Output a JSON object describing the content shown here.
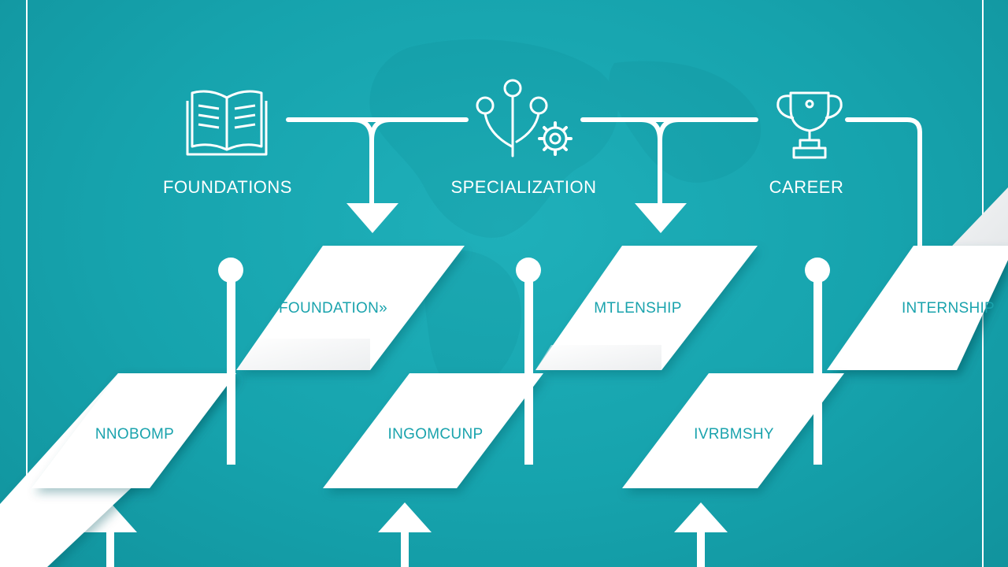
{
  "colors": {
    "background": "#16a3ad",
    "accent_text": "#1aa3ad",
    "white": "#ffffff",
    "card_shadow": "#d7dcdf"
  },
  "stages": [
    {
      "label": "FOUNDATIONS",
      "icon": "book-icon"
    },
    {
      "label": "SPECIALIZATION",
      "icon": "branch-gear-icon"
    },
    {
      "label": "CAREER",
      "icon": "trophy-icon"
    }
  ],
  "cards_top": [
    "FOUNDATION»",
    "MTLENSHIP",
    "INTERNSHIP"
  ],
  "cards_bottom": [
    "NNOBOMP",
    "INGOMCUNP",
    "IVRBMSHY"
  ]
}
